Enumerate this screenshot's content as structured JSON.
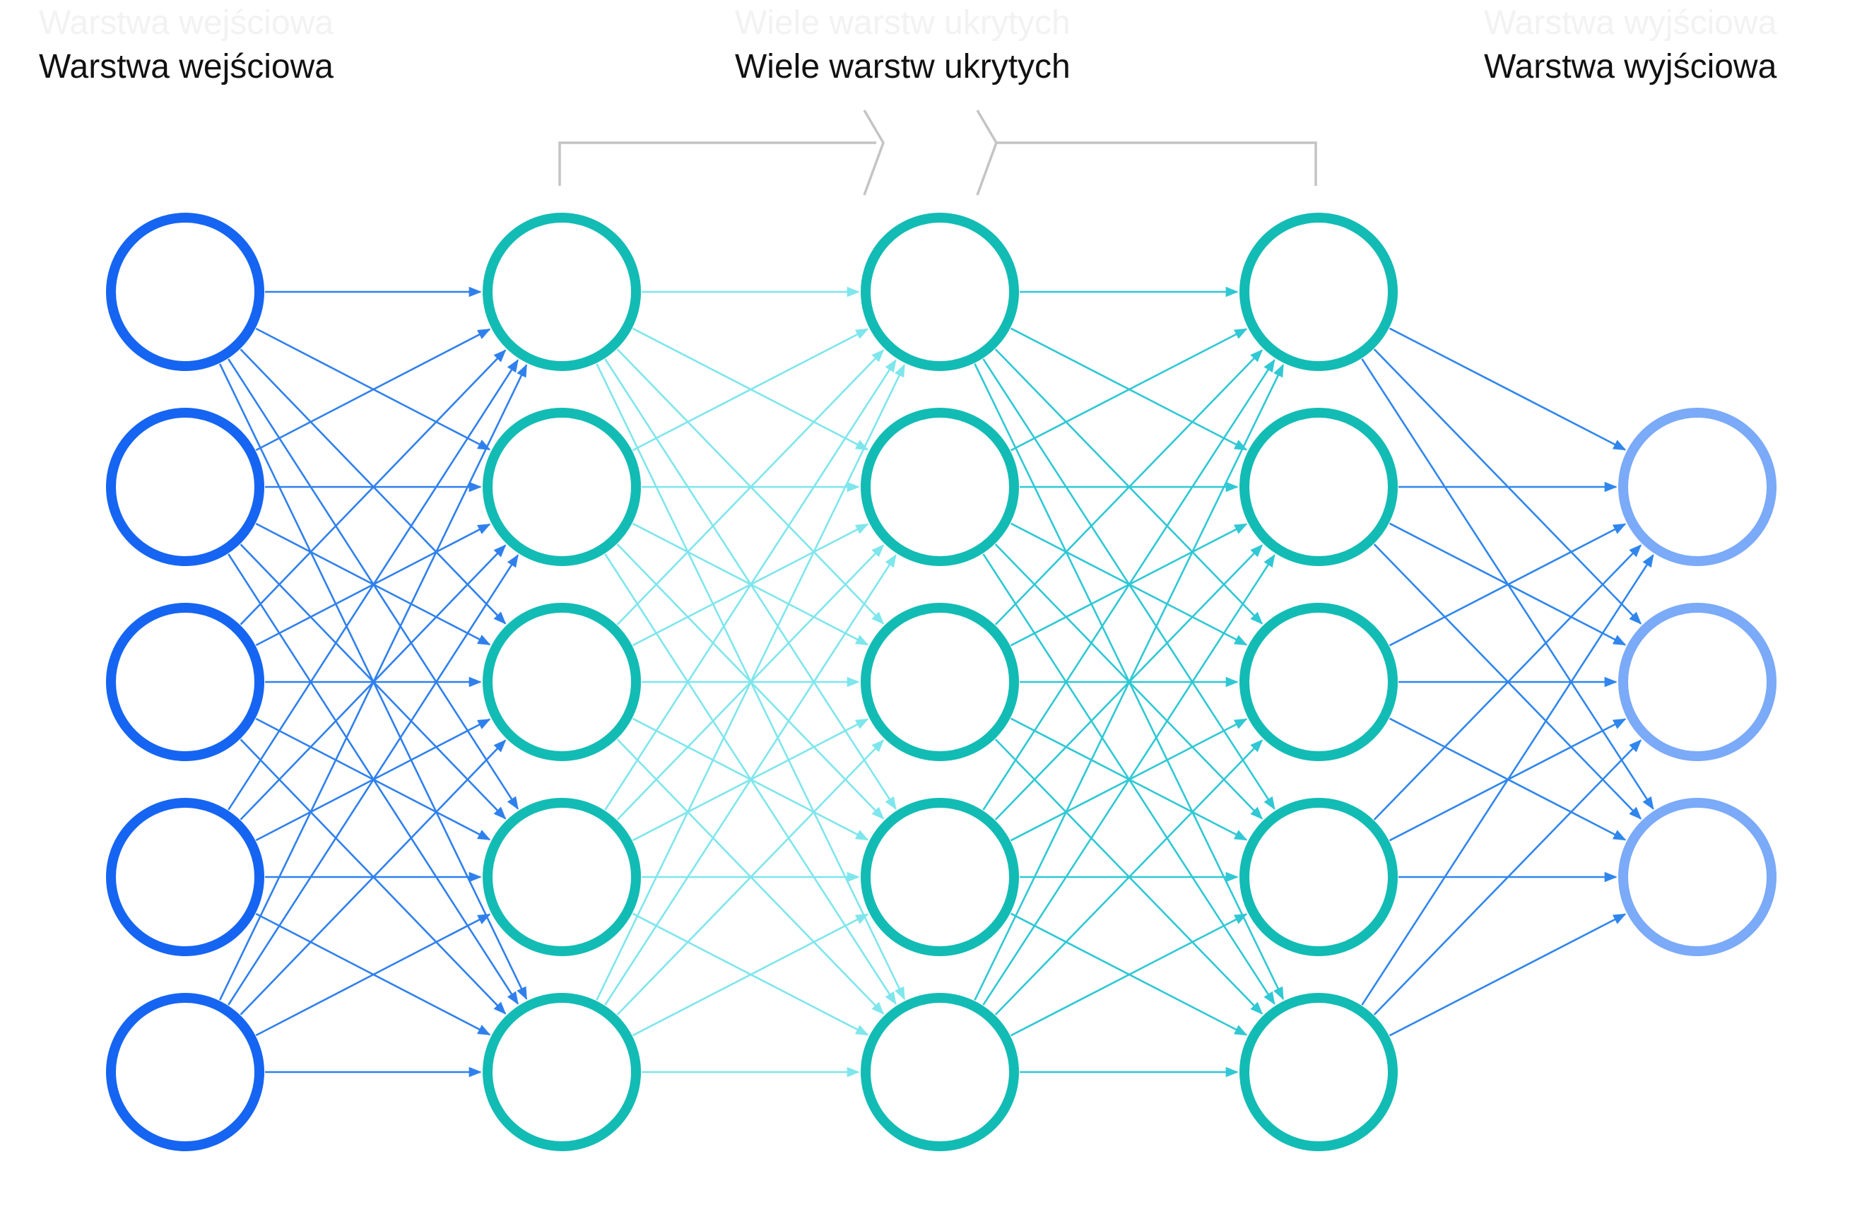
{
  "titles": {
    "input": "Warstwa wejściowa",
    "hidden": "Wiele warstw ukrytych",
    "output": "Warstwa wyjściowa"
  },
  "ghost_titles": {
    "input": "Warstwa wejściowa",
    "hidden": "Wiele warstw ukrytych",
    "output": "Warstwa wyjściowa"
  },
  "layers": [
    {
      "id": "input",
      "neurons": 5,
      "color": "#1565f2"
    },
    {
      "id": "hidden-1",
      "neurons": 5,
      "color": "#12bcb4"
    },
    {
      "id": "hidden-2",
      "neurons": 5,
      "color": "#12bcb4"
    },
    {
      "id": "hidden-3",
      "neurons": 5,
      "color": "#12bcb4"
    },
    {
      "id": "output",
      "neurons": 3,
      "color": "#7aaaf8"
    }
  ],
  "edge_colors": [
    "#2f80ec",
    "#2fc8d4",
    "#7ee6ec",
    "#1eb6c4",
    "#2f86ec"
  ],
  "bracket_color": "#c4c4c4"
}
